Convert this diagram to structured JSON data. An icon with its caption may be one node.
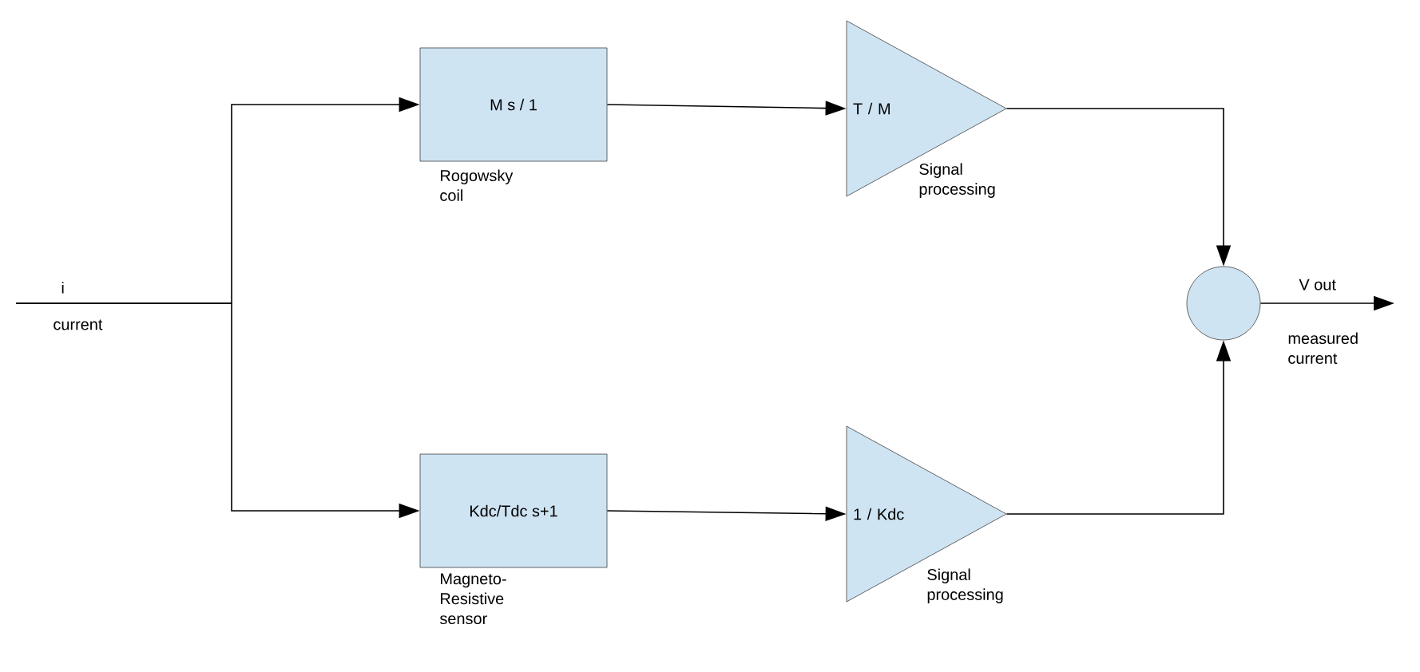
{
  "diagram": {
    "nodes": [
      {
        "text": [
          "M s / 1"
        ],
        "beside": [
          "Rogowsky coil"
        ]
      },
      {
        "text": [
          "Kdc/Tdc s+1"
        ],
        "beside": [
          "Magneto- Resistive sensor"
        ]
      },
      {
        "text": [
          "T / M"
        ],
        "beside": [
          "Signal processing"
        ]
      },
      {
        "text": [
          "1 / Kdc"
        ],
        "beside": [
          "Signal processing"
        ]
      },
      {
        "text": [],
        "shape": "circle"
      }
    ],
    "edges": [
      {
        "from": null,
        "to": 0,
        "arrow": "to"
      },
      {
        "from": null,
        "to": 1,
        "arrow": "to"
      },
      {
        "from": 0,
        "to": 2,
        "arrow": "to"
      },
      {
        "from": 1,
        "to": 3,
        "arrow": "to"
      },
      {
        "from": 2,
        "to": 4,
        "arrow": "to"
      },
      {
        "from": 3,
        "to": 4,
        "arrow": "to"
      },
      {
        "from": 4,
        "to": null,
        "arrow": "to",
        "label": "V out"
      }
    ],
    "labels": [
      "i",
      "current",
      "measured current"
    ]
  }
}
